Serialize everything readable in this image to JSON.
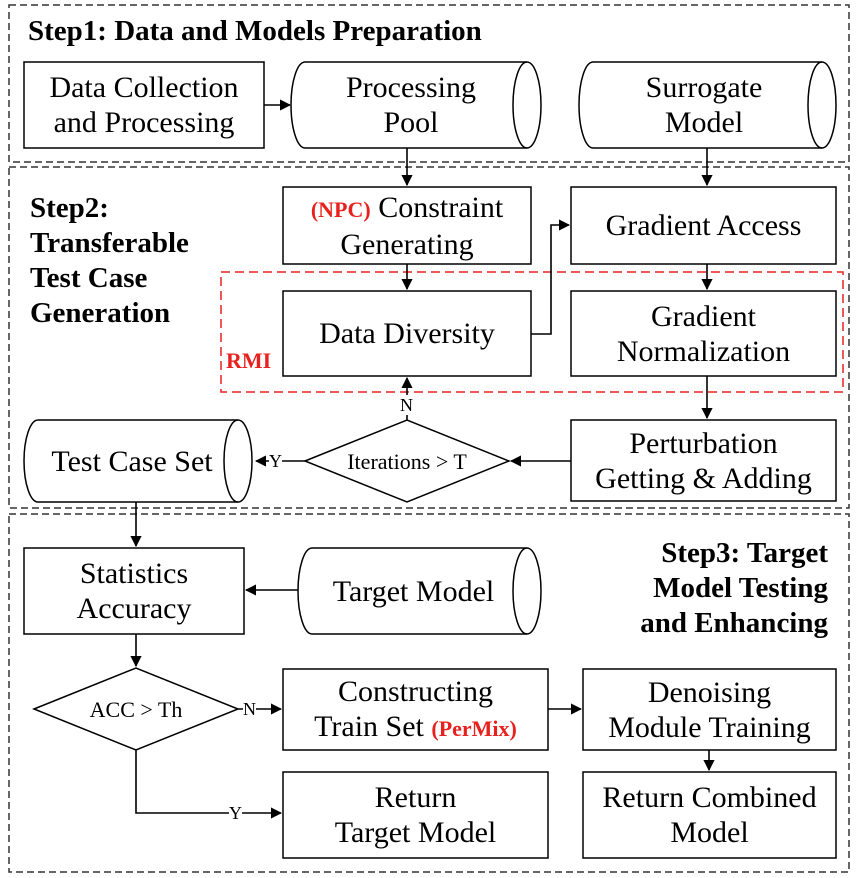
{
  "steps": {
    "step1": {
      "title": "Step1: Data and Models Preparation"
    },
    "step2": {
      "line1": "Step2:",
      "line2": "Transferable",
      "line3": "Test Case",
      "line4": "Generation"
    },
    "step3": {
      "line1": "Step3: Target",
      "line2": "Model Testing",
      "line3": "and Enhancing"
    }
  },
  "nodes": {
    "data_collection": {
      "line1": "Data Collection",
      "line2": "and Processing"
    },
    "processing_pool": {
      "line1": "Processing",
      "line2": "Pool"
    },
    "surrogate_model": {
      "line1": "Surrogate",
      "line2": "Model"
    },
    "constraint_generating": {
      "tag": "(NPC)",
      "line1_rest": " Constraint",
      "line2": "Generating"
    },
    "gradient_access": {
      "label": "Gradient Access"
    },
    "data_diversity": {
      "label": "Data Diversity"
    },
    "gradient_normalization": {
      "line1": "Gradient",
      "line2": "Normalization"
    },
    "rmi_label": "RMI",
    "perturbation": {
      "line1": "Perturbation",
      "line2": "Getting & Adding"
    },
    "iterations_decision": {
      "label": "Iterations > T"
    },
    "test_case_set": {
      "label": "Test Case Set"
    },
    "statistics_accuracy": {
      "line1": "Statistics",
      "line2": "Accuracy"
    },
    "target_model": {
      "label": "Target Model"
    },
    "acc_decision": {
      "label": "ACC > Th"
    },
    "constructing_train_set": {
      "line1": "Constructing",
      "line2_prefix": "Train Set ",
      "tag": "(PerMix)"
    },
    "denoising_training": {
      "line1": "Denoising",
      "line2": "Module Training"
    },
    "return_target": {
      "line1": "Return",
      "line2": "Target Model"
    },
    "return_combined": {
      "line1": "Return Combined",
      "line2": "Model"
    }
  },
  "edge_labels": {
    "iter_no": "N",
    "iter_yes": "Y",
    "acc_no": "N",
    "acc_yes": "Y"
  },
  "colors": {
    "accent_red": "#e8211e",
    "stroke": "#000000",
    "dash": "#333333"
  }
}
